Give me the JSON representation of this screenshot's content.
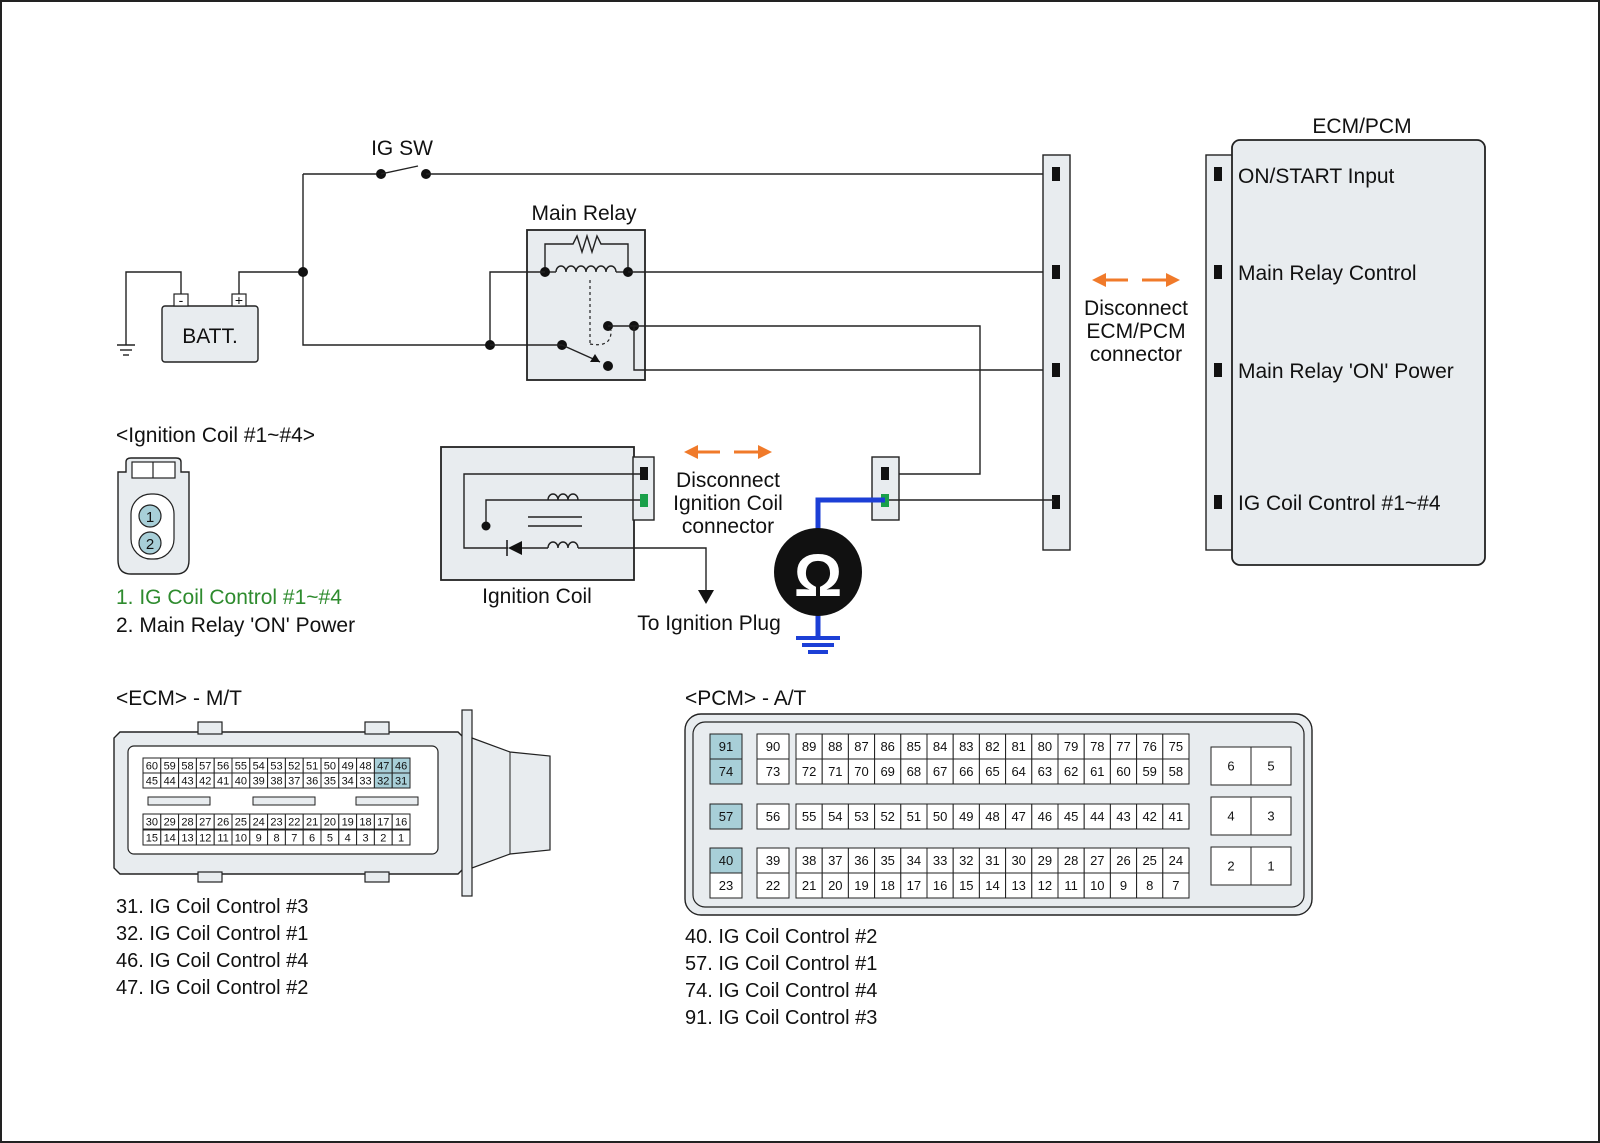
{
  "ig_sw": "IG SW",
  "main_relay": "Main Relay",
  "batt": {
    "label": "BATT.",
    "neg": "-",
    "pos": "+"
  },
  "ecm_pcm_box": {
    "title": "ECM/PCM",
    "pins": [
      "ON/START Input",
      "Main Relay Control",
      "Main Relay 'ON' Power",
      "IG Coil  Control #1~#4"
    ]
  },
  "disconnect_ecm": [
    "Disconnect",
    "ECM/PCM",
    "connector"
  ],
  "disconnect_coil": [
    "Disconnect",
    "Ignition Coil",
    "connector"
  ],
  "ignition_coil": "Ignition Coil",
  "to_plug": "To Ignition Plug",
  "ohm_symbol": "Ω",
  "coil_connector": {
    "title": "<Ignition Coil #1~#4>",
    "pin_numbers": [
      "1",
      "2"
    ],
    "pins": [
      "1. IG Coil  Control #1~#4",
      "2. Main Relay 'ON' Power"
    ]
  },
  "ecm_mt": {
    "title": "<ECM> - M/T",
    "upper_row1": [
      "60",
      "59",
      "58",
      "57",
      "56",
      "55",
      "54",
      "53",
      "52",
      "51",
      "50",
      "49",
      "48",
      "47",
      "46"
    ],
    "upper_row2": [
      "45",
      "44",
      "43",
      "42",
      "41",
      "40",
      "39",
      "38",
      "37",
      "36",
      "35",
      "34",
      "33",
      "32",
      "31"
    ],
    "lower_row1": [
      "30",
      "29",
      "28",
      "27",
      "26",
      "25",
      "24",
      "23",
      "22",
      "21",
      "20",
      "19",
      "18",
      "17",
      "16"
    ],
    "lower_row2": [
      "15",
      "14",
      "13",
      "12",
      "11",
      "10",
      "9",
      "8",
      "7",
      "6",
      "5",
      "4",
      "3",
      "2",
      "1"
    ],
    "highlighted": [
      "47",
      "46",
      "32",
      "31"
    ],
    "legend": [
      "31. IG Coil  Control #3",
      "32. IG Coil  Control #1",
      "46. IG Coil  Control #4",
      "47. IG Coil  Control #2"
    ]
  },
  "pcm_at": {
    "title": "<PCM> - A/T",
    "row1": [
      "91",
      "90",
      "89",
      "88",
      "87",
      "86",
      "85",
      "84",
      "83",
      "82",
      "81",
      "80",
      "79",
      "78",
      "77",
      "76",
      "75"
    ],
    "row2": [
      "74",
      "73",
      "72",
      "71",
      "70",
      "69",
      "68",
      "67",
      "66",
      "65",
      "64",
      "63",
      "62",
      "61",
      "60",
      "59",
      "58"
    ],
    "row3": [
      "57",
      "56",
      "55",
      "54",
      "53",
      "52",
      "51",
      "50",
      "49",
      "48",
      "47",
      "46",
      "45",
      "44",
      "43",
      "42",
      "41"
    ],
    "row4": [
      "40",
      "39",
      "38",
      "37",
      "36",
      "35",
      "34",
      "33",
      "32",
      "31",
      "30",
      "29",
      "28",
      "27",
      "26",
      "25",
      "24"
    ],
    "row5": [
      "23",
      "22",
      "21",
      "20",
      "19",
      "18",
      "17",
      "16",
      "15",
      "14",
      "13",
      "12",
      "11",
      "10",
      "9",
      "8",
      "7"
    ],
    "side_pins": [
      [
        "6",
        "5"
      ],
      [
        "4",
        "3"
      ],
      [
        "2",
        "1"
      ]
    ],
    "highlighted": [
      "91",
      "74",
      "57",
      "40"
    ],
    "legend": [
      "40. IG Coil  Control #2",
      "57. IG Coil  Control #1",
      "74. IG Coil  Control #4",
      "91. IG Coil  Control #3"
    ]
  },
  "colors": {
    "highlight": "#a8cfd8",
    "arrow": "#f07a2a",
    "meter_wire": "#1c3fd6",
    "green_pin": "#1aa04a",
    "legend_green": "#2e8b2e"
  }
}
